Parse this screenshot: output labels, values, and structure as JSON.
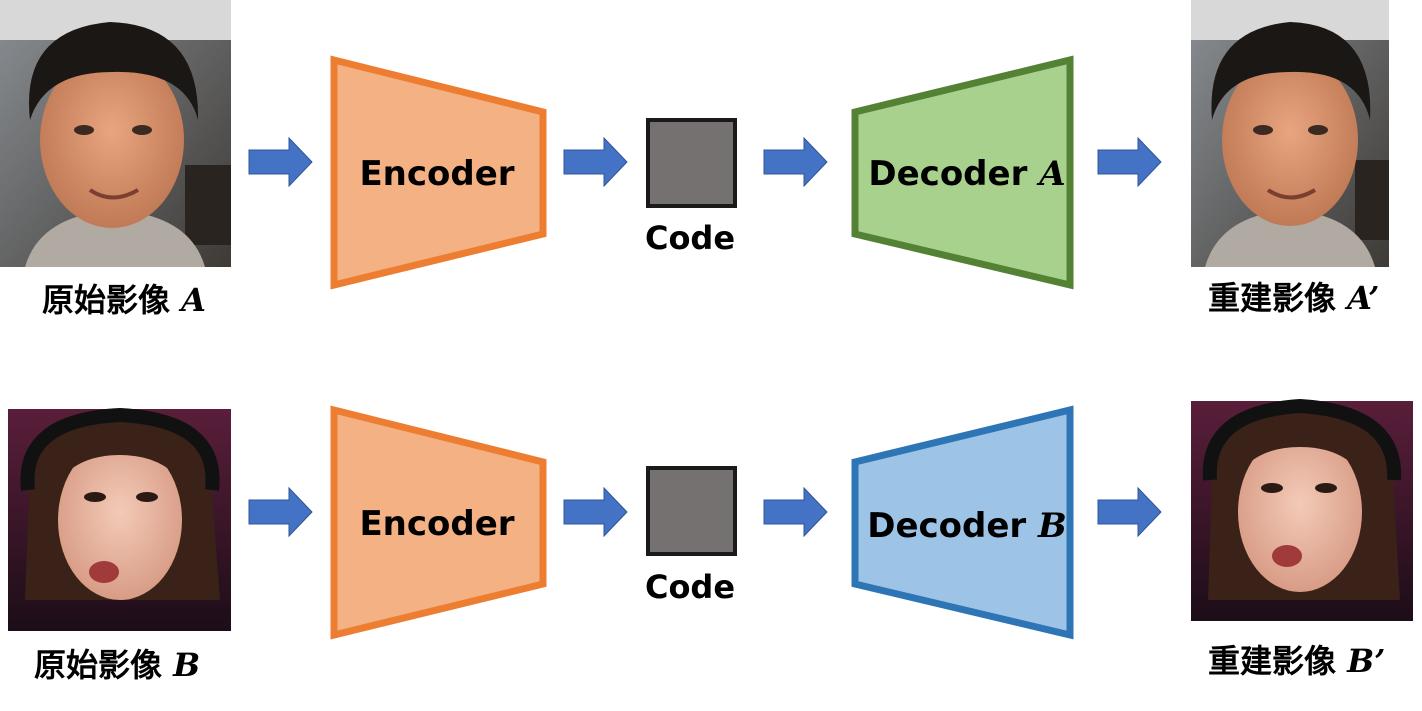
{
  "rows": [
    {
      "input_caption_prefix": "原始影像",
      "input_caption_var": "A",
      "encoder_label": "Encoder",
      "code_label": "Code",
      "decoder_label_prefix": "Decoder",
      "decoder_label_var": "A",
      "output_caption_prefix": "重建影像",
      "output_caption_var": "A’",
      "decoder_fill": "#a9d18e",
      "decoder_stroke": "#548235"
    },
    {
      "input_caption_prefix": "原始影像",
      "input_caption_var": "B",
      "encoder_label": "Encoder",
      "code_label": "Code",
      "decoder_label_prefix": "Decoder",
      "decoder_label_var": "B",
      "output_caption_prefix": "重建影像",
      "output_caption_var": "B’",
      "decoder_fill": "#9dc3e6",
      "decoder_stroke": "#2e75b6"
    }
  ],
  "colors": {
    "encoder_fill": "#f4b183",
    "encoder_stroke": "#ed7d31",
    "code_fill": "#757171",
    "code_stroke": "#1a1a1a",
    "arrow_fill": "#4472c4"
  }
}
